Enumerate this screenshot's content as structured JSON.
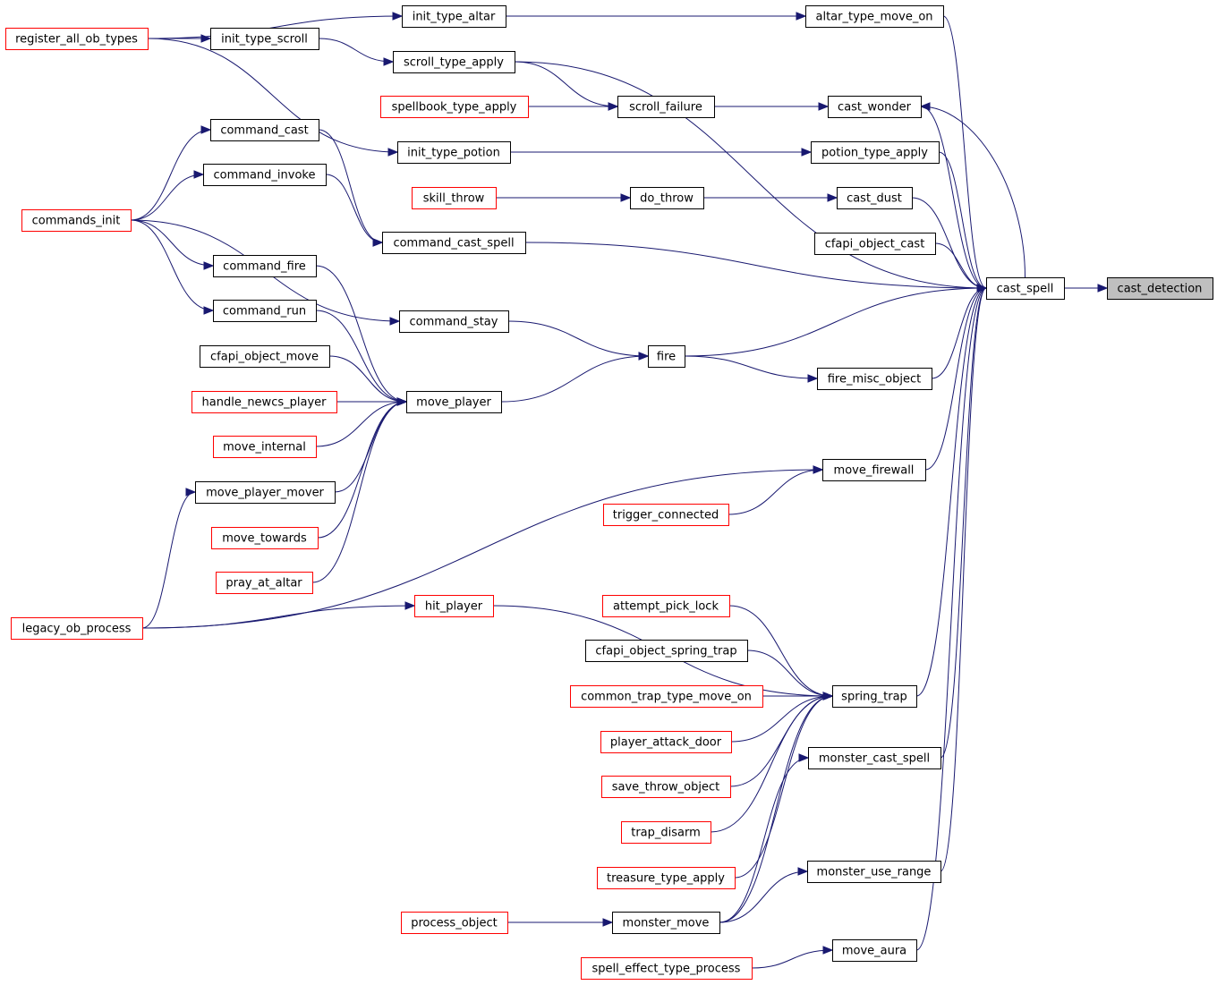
{
  "colors": {
    "edge": "#191970",
    "node_border_default": "#000000",
    "node_border_truncated": "#ff0000",
    "root_fill": "#bfbfbf"
  },
  "diagram": {
    "nodes": {
      "cast_detection": {
        "label": "cast_detection",
        "style": "root"
      },
      "cast_spell": {
        "label": "cast_spell",
        "style": "normal"
      },
      "altar_type_move_on": {
        "label": "altar_type_move_on",
        "style": "normal"
      },
      "init_type_altar": {
        "label": "init_type_altar",
        "style": "normal"
      },
      "register_all_ob_types": {
        "label": "register_all_ob_types",
        "style": "truncated"
      },
      "init_type_scroll": {
        "label": "init_type_scroll",
        "style": "normal"
      },
      "scroll_type_apply": {
        "label": "scroll_type_apply",
        "style": "normal"
      },
      "spellbook_type_apply": {
        "label": "spellbook_type_apply",
        "style": "truncated"
      },
      "scroll_failure": {
        "label": "scroll_failure",
        "style": "normal"
      },
      "cast_wonder": {
        "label": "cast_wonder",
        "style": "normal"
      },
      "command_cast": {
        "label": "command_cast",
        "style": "normal"
      },
      "init_type_potion": {
        "label": "init_type_potion",
        "style": "normal"
      },
      "potion_type_apply": {
        "label": "potion_type_apply",
        "style": "normal"
      },
      "command_invoke": {
        "label": "command_invoke",
        "style": "normal"
      },
      "skill_throw": {
        "label": "skill_throw",
        "style": "truncated"
      },
      "do_throw": {
        "label": "do_throw",
        "style": "normal"
      },
      "cast_dust": {
        "label": "cast_dust",
        "style": "normal"
      },
      "commands_init": {
        "label": "commands_init",
        "style": "truncated"
      },
      "command_cast_spell": {
        "label": "command_cast_spell",
        "style": "normal"
      },
      "cfapi_object_cast": {
        "label": "cfapi_object_cast",
        "style": "normal"
      },
      "command_fire": {
        "label": "command_fire",
        "style": "normal"
      },
      "command_run": {
        "label": "command_run",
        "style": "normal"
      },
      "command_stay": {
        "label": "command_stay",
        "style": "normal"
      },
      "cfapi_object_move": {
        "label": "cfapi_object_move",
        "style": "normal"
      },
      "fire": {
        "label": "fire",
        "style": "normal"
      },
      "fire_misc_object": {
        "label": "fire_misc_object",
        "style": "normal"
      },
      "handle_newcs_player": {
        "label": "handle_newcs_player",
        "style": "truncated"
      },
      "move_player": {
        "label": "move_player",
        "style": "normal"
      },
      "move_internal": {
        "label": "move_internal",
        "style": "truncated"
      },
      "move_firewall": {
        "label": "move_firewall",
        "style": "normal"
      },
      "move_player_mover": {
        "label": "move_player_mover",
        "style": "normal"
      },
      "trigger_connected": {
        "label": "trigger_connected",
        "style": "truncated"
      },
      "move_towards": {
        "label": "move_towards",
        "style": "truncated"
      },
      "pray_at_altar": {
        "label": "pray_at_altar",
        "style": "truncated"
      },
      "hit_player": {
        "label": "hit_player",
        "style": "truncated"
      },
      "attempt_pick_lock": {
        "label": "attempt_pick_lock",
        "style": "truncated"
      },
      "legacy_ob_process": {
        "label": "legacy_ob_process",
        "style": "truncated"
      },
      "cfapi_object_spring_trap": {
        "label": "cfapi_object_spring_trap",
        "style": "normal"
      },
      "common_trap_type_move_on": {
        "label": "common_trap_type_move_on",
        "style": "truncated"
      },
      "spring_trap": {
        "label": "spring_trap",
        "style": "normal"
      },
      "player_attack_door": {
        "label": "player_attack_door",
        "style": "truncated"
      },
      "monster_cast_spell": {
        "label": "monster_cast_spell",
        "style": "normal"
      },
      "save_throw_object": {
        "label": "save_throw_object",
        "style": "truncated"
      },
      "trap_disarm": {
        "label": "trap_disarm",
        "style": "truncated"
      },
      "treasure_type_apply": {
        "label": "treasure_type_apply",
        "style": "truncated"
      },
      "monster_use_range": {
        "label": "monster_use_range",
        "style": "normal"
      },
      "process_object": {
        "label": "process_object",
        "style": "truncated"
      },
      "monster_move": {
        "label": "monster_move",
        "style": "normal"
      },
      "move_aura": {
        "label": "move_aura",
        "style": "normal"
      },
      "spell_effect_type_process": {
        "label": "spell_effect_type_process",
        "style": "truncated"
      }
    },
    "edges": [
      [
        "cast_spell",
        "cast_detection"
      ],
      [
        "altar_type_move_on",
        "cast_spell"
      ],
      [
        "init_type_altar",
        "altar_type_move_on"
      ],
      [
        "register_all_ob_types",
        "init_type_altar"
      ],
      [
        "scroll_type_apply",
        "cast_spell"
      ],
      [
        "init_type_scroll",
        "scroll_type_apply"
      ],
      [
        "register_all_ob_types",
        "init_type_scroll"
      ],
      [
        "cast_wonder",
        "cast_spell"
      ],
      [
        "scroll_failure",
        "cast_wonder"
      ],
      [
        "scroll_type_apply",
        "scroll_failure"
      ],
      [
        "spellbook_type_apply",
        "scroll_failure"
      ],
      [
        "cast_spell",
        "cast_wonder"
      ],
      [
        "potion_type_apply",
        "cast_spell"
      ],
      [
        "init_type_potion",
        "potion_type_apply"
      ],
      [
        "register_all_ob_types",
        "init_type_potion"
      ],
      [
        "cast_dust",
        "cast_spell"
      ],
      [
        "do_throw",
        "cast_dust"
      ],
      [
        "skill_throw",
        "do_throw"
      ],
      [
        "command_cast_spell",
        "cast_spell"
      ],
      [
        "command_cast",
        "command_cast_spell"
      ],
      [
        "command_invoke",
        "command_cast_spell"
      ],
      [
        "commands_init",
        "command_cast"
      ],
      [
        "commands_init",
        "command_invoke"
      ],
      [
        "cfapi_object_cast",
        "cast_spell"
      ],
      [
        "fire",
        "cast_spell"
      ],
      [
        "command_stay",
        "fire"
      ],
      [
        "commands_init",
        "command_stay"
      ],
      [
        "move_player",
        "fire"
      ],
      [
        "command_fire",
        "move_player"
      ],
      [
        "command_run",
        "move_player"
      ],
      [
        "commands_init",
        "command_fire"
      ],
      [
        "commands_init",
        "command_run"
      ],
      [
        "cfapi_object_move",
        "move_player"
      ],
      [
        "handle_newcs_player",
        "move_player"
      ],
      [
        "move_internal",
        "move_player"
      ],
      [
        "move_player_mover",
        "move_player"
      ],
      [
        "move_towards",
        "move_player"
      ],
      [
        "pray_at_altar",
        "move_player"
      ],
      [
        "legacy_ob_process",
        "move_player_mover"
      ],
      [
        "fire_misc_object",
        "cast_spell"
      ],
      [
        "fire",
        "fire_misc_object"
      ],
      [
        "move_firewall",
        "cast_spell"
      ],
      [
        "legacy_ob_process",
        "move_firewall"
      ],
      [
        "trigger_connected",
        "move_firewall"
      ],
      [
        "spring_trap",
        "cast_spell"
      ],
      [
        "hit_player",
        "spring_trap"
      ],
      [
        "legacy_ob_process",
        "hit_player"
      ],
      [
        "attempt_pick_lock",
        "spring_trap"
      ],
      [
        "cfapi_object_spring_trap",
        "spring_trap"
      ],
      [
        "common_trap_type_move_on",
        "spring_trap"
      ],
      [
        "player_attack_door",
        "spring_trap"
      ],
      [
        "save_throw_object",
        "spring_trap"
      ],
      [
        "trap_disarm",
        "spring_trap"
      ],
      [
        "treasure_type_apply",
        "spring_trap"
      ],
      [
        "monster_move",
        "spring_trap"
      ],
      [
        "monster_cast_spell",
        "cast_spell"
      ],
      [
        "monster_move",
        "monster_cast_spell"
      ],
      [
        "monster_use_range",
        "cast_spell"
      ],
      [
        "monster_move",
        "monster_use_range"
      ],
      [
        "process_object",
        "monster_move"
      ],
      [
        "move_aura",
        "cast_spell"
      ],
      [
        "spell_effect_type_process",
        "move_aura"
      ]
    ]
  }
}
